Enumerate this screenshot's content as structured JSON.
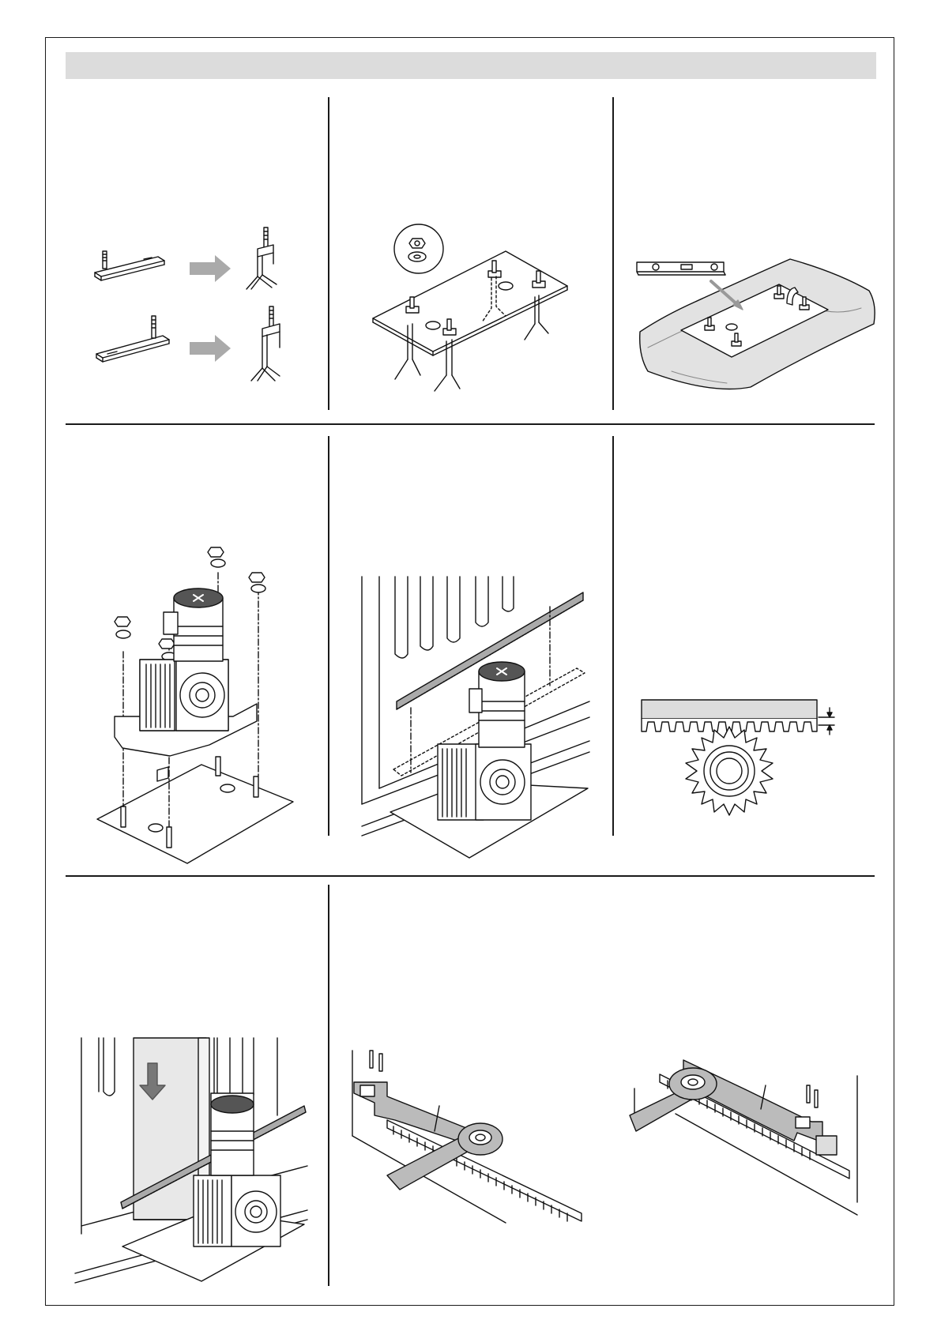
{
  "page": {
    "header_bar_color": "#dcdcdc",
    "line_color": "#1a1a1a"
  },
  "panels": [
    {
      "id": "step-1",
      "depicts": "anchor-plates-bent-into-brackets"
    },
    {
      "id": "step-2",
      "depicts": "foundation-plate-with-anchors"
    },
    {
      "id": "step-3",
      "depicts": "level-on-concrete-base"
    },
    {
      "id": "step-4",
      "depicts": "gearmotor-fixed-on-plate"
    },
    {
      "id": "step-5",
      "depicts": "rack-above-gearmotor-on-gate"
    },
    {
      "id": "step-6",
      "depicts": "rack-and-pinion-clearance"
    },
    {
      "id": "step-7",
      "depicts": "gate-lowered-onto-rack"
    },
    {
      "id": "step-8a",
      "depicts": "rack-fixing-left-side"
    },
    {
      "id": "step-8b",
      "depicts": "rack-fixing-right-side"
    }
  ],
  "icons": {
    "arrow": "right-arrow-icon",
    "nut": "hex-nut-icon",
    "washer": "washer-icon",
    "level": "spirit-level-icon",
    "down": "down-arrow-icon"
  }
}
